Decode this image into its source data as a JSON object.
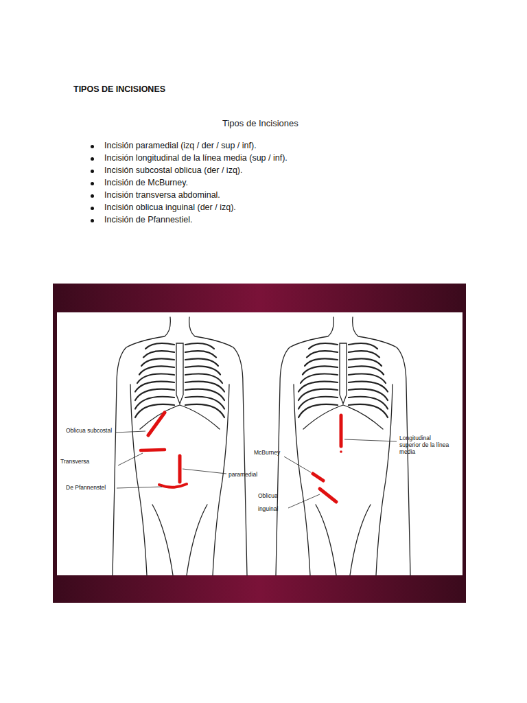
{
  "diagram": {
    "title": "TIPOS DE INCISIONES",
    "labels": [
      "Tipos de Incisiones",
      "Incisión paramedial (izq / der / sup / inf).",
      "Incisión longitudinal de la línea media (sup / inf).",
      "Incisión subcostal oblicua (der / izq).",
      "Incisión de McBurney.",
      "Incisión transversa abdominal.",
      "Incisión oblicua inguinal (der / izq).",
      "Incisión de Pfannestiel.",
      "Oblicua subcostal",
      "Transversa",
      "De Pfannenstel",
      "paramedial",
      "McBurney",
      "Longitudinal superior de la línea media",
      "Oblicua inguinal"
    ]
  }
}
